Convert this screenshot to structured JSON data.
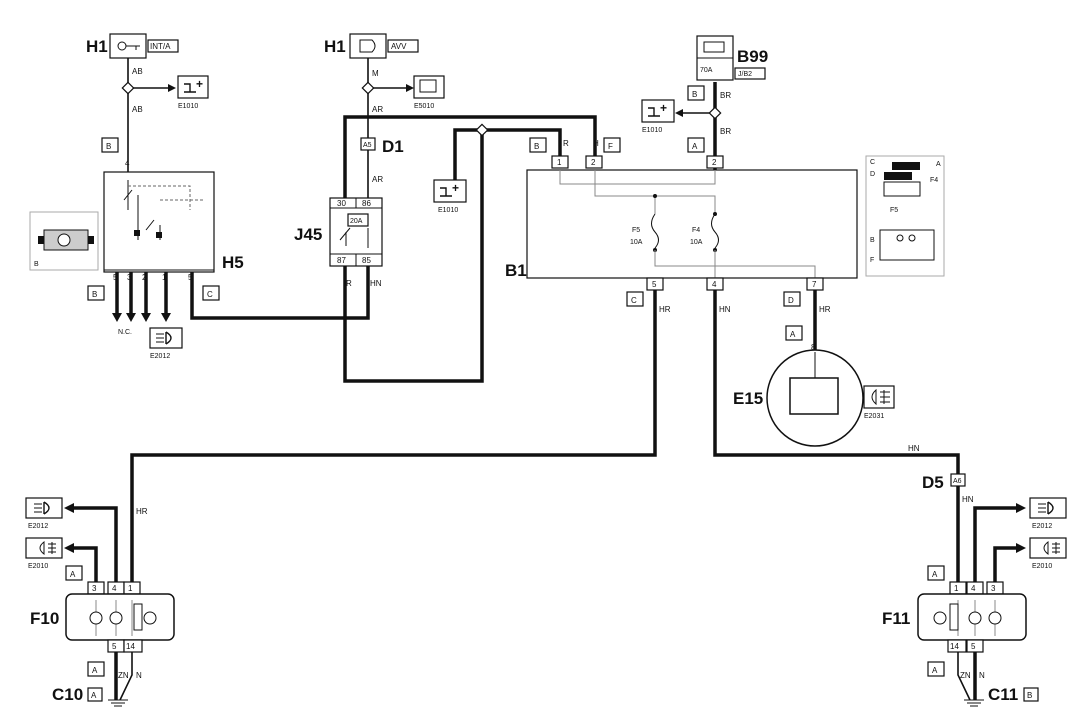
{
  "components": {
    "h1_left": {
      "code": "H1",
      "tag": "INT/A"
    },
    "h1_mid": {
      "code": "H1",
      "tag": "AVV"
    },
    "b99": {
      "code": "B99",
      "tag": "J/B2",
      "rating": "70A"
    },
    "d1": {
      "code": "D1",
      "pin": "A5"
    },
    "j45": {
      "code": "J45",
      "rating": "20A",
      "pins": [
        "30",
        "86",
        "87",
        "85"
      ]
    },
    "h5": {
      "code": "H5",
      "pins": [
        "5",
        "3",
        "2",
        "1",
        "5"
      ],
      "nc": "N.C."
    },
    "b1": {
      "code": "B1",
      "top_pins": [
        "1",
        "2",
        "2"
      ],
      "bottom_pins": [
        "5",
        "4",
        "7"
      ],
      "fuses": [
        {
          "name": "F5",
          "rating": "10A"
        },
        {
          "name": "F4",
          "rating": "10A"
        }
      ]
    },
    "e15": {
      "code": "E15",
      "pin": "8",
      "symbol_code": "E2031"
    },
    "d5": {
      "code": "D5",
      "pin": "A6"
    },
    "f10": {
      "code": "F10",
      "pins_top": [
        "3",
        "4",
        "1"
      ],
      "pins_bottom": [
        "5",
        "14"
      ]
    },
    "f11": {
      "code": "F11",
      "pins_top": [
        "1",
        "4",
        "3"
      ],
      "pins_bottom": [
        "14",
        "5"
      ]
    },
    "c10": {
      "code": "C10",
      "conn": "A"
    },
    "c11": {
      "code": "C11",
      "conn": "B"
    }
  },
  "wire_codes": {
    "ab_top": "AB",
    "ab_bot": "AB",
    "m": "M",
    "ar_1": "AR",
    "ar_2": "AR",
    "br_1": "BR",
    "br_2": "BR",
    "r_b1": "R",
    "h_b1": "H",
    "r_j45": "R",
    "hn_j45": "HN",
    "hr_c": "HR",
    "hn_4": "HN",
    "hr_d": "HR",
    "hn_right": "HN",
    "hn_d5": "HN",
    "hr_f10": "HR",
    "zn_f10": "ZN",
    "n_f10": "N",
    "zn_f11": "ZN",
    "n_f11": "N"
  },
  "connector_letters": {
    "h5_top": "B",
    "h5_bot_left": "B",
    "h5_bot_right": "C",
    "b1_top_left": "B",
    "b1_top_mid": "F",
    "b1_top_right": "A",
    "b99": "B",
    "b1_bot_c": "C",
    "b1_bot_d": "D",
    "e15_a": "A",
    "f10_top": "A",
    "f10_bot": "A",
    "f11_top": "A",
    "f11_bot": "A"
  },
  "symbol_codes": {
    "ground_h1": "E1010",
    "ground_b1": "E1010",
    "ground_loop": "E1010",
    "e5010": "E5010",
    "h5_head": "E2012",
    "f10_head": "E2012",
    "f10_fog": "E2010",
    "f11_head": "E2012",
    "f11_fog": "E2010"
  },
  "inset": {
    "letters": [
      "C",
      "A",
      "D",
      "F4",
      "F5",
      "B",
      "F"
    ],
    "h5_inset_letter": "B"
  }
}
